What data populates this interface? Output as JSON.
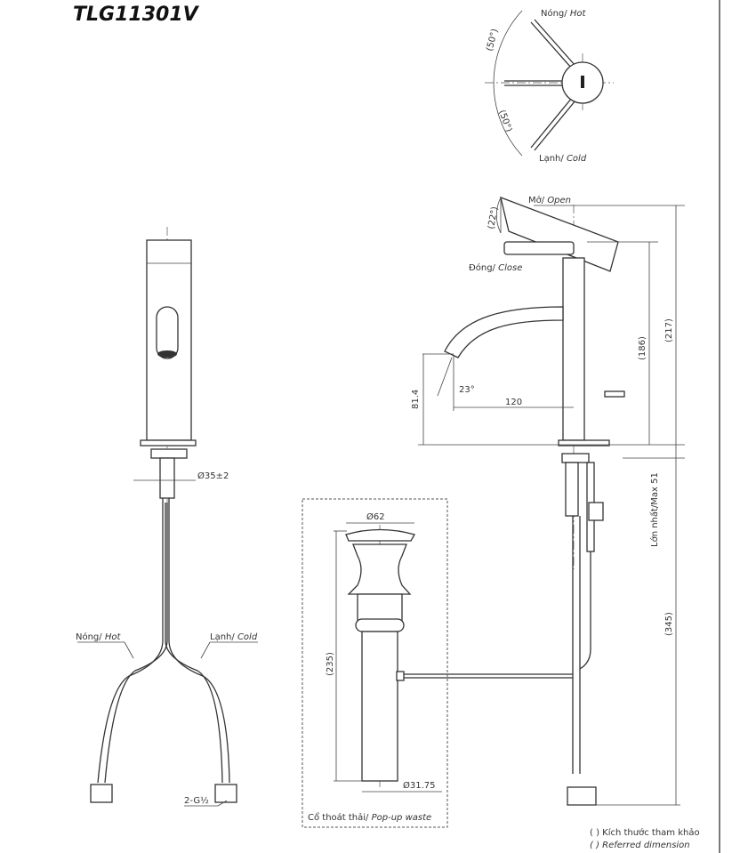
{
  "title": "TLG11301V",
  "top_view": {
    "hot_label": "Nóng/",
    "hot_label_en": "Hot",
    "cold_label": "Lạnh/",
    "cold_label_en": "Cold",
    "angle_hot": "(50°)",
    "angle_cold": "(50°)"
  },
  "side_view": {
    "open_label": "Mở/",
    "open_label_en": "Open",
    "close_label": "Đóng/",
    "close_label_en": "Close",
    "handle_angle": "(22°)",
    "height_total": "(217)",
    "height_handle": "(186)",
    "spout_height": "81.4",
    "spout_angle": "23°",
    "spout_reach": "120",
    "max_thickness": "Lớn nhất/Max 51",
    "hose_length": "(345)"
  },
  "front_view": {
    "hole_diameter": "Ø35±2",
    "hot_label": "Nóng/",
    "hot_label_en": "Hot",
    "cold_label": "Lạnh/",
    "cold_label_en": "Cold",
    "connection": "2-G½"
  },
  "popup_waste": {
    "flange_diameter": "Ø62",
    "length": "(235)",
    "tube_diameter": "Ø31.75",
    "label": "Cổ thoát thải/",
    "label_en": "Pop-up waste"
  },
  "legend": {
    "line1": "( ) Kích thước tham khảo",
    "line2": "( ) Referred dimension"
  }
}
